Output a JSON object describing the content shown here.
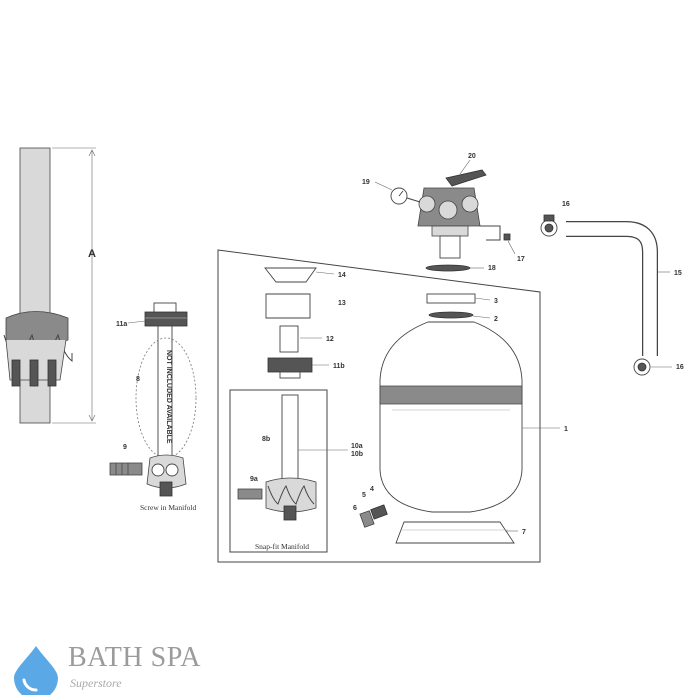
{
  "diagram": {
    "dimension_label": "A",
    "captions": {
      "screw_in": "Screw in Manifold",
      "snap_fit": "Snap-fit Manifold",
      "lateral_text": "NOT INCLUDED AVAILABLE"
    },
    "part_numbers": {
      "p1": "1",
      "p2": "2",
      "p3": "3",
      "p4": "4",
      "p5": "5",
      "p6": "6",
      "p7": "7",
      "p8": "8",
      "p8b": "8b",
      "p9": "9",
      "p9a": "9a",
      "p10": "10a\n10b",
      "p10a": "10a",
      "p10b": "10b",
      "p11a": "11a",
      "p11b": "11b",
      "p12": "12",
      "p13": "13",
      "p14": "14",
      "p15": "15",
      "p16a": "16",
      "p16b": "16",
      "p17": "17",
      "p18": "18",
      "p19": "19",
      "p20": "20"
    }
  },
  "brand": {
    "name": "BATH SPA",
    "tagline": "Superstore",
    "colors": {
      "drop": "#5aa9e6",
      "text": "#9b9b9b"
    },
    "icon": "water-drop-icon"
  }
}
